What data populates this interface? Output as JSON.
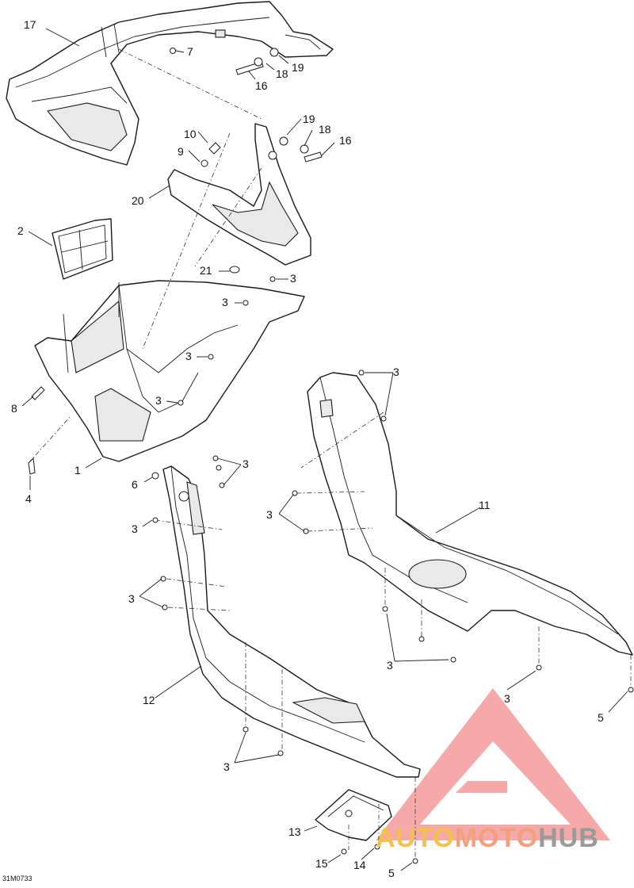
{
  "figure_code": "31M0733",
  "watermark": {
    "part1": "AUTO",
    "part2": "MOTO",
    "part3": "HUB",
    "colors": {
      "triangle": "#f39a9a",
      "auto": "#f2c14e",
      "moto": "#f2a07a",
      "hub": "#9a9a9a"
    }
  },
  "callouts": {
    "c1": "1",
    "c2": "2",
    "c3a": "3",
    "c3b": "3",
    "c3c": "3",
    "c3d": "3",
    "c3e": "3",
    "c3f": "3",
    "c3g": "3",
    "c3h": "3",
    "c3i": "3",
    "c3j": "3",
    "c3k": "3",
    "c3l": "3",
    "c4": "4",
    "c5a": "5",
    "c5b": "5",
    "c6": "6",
    "c7": "7",
    "c8": "8",
    "c9": "9",
    "c10": "10",
    "c11": "11",
    "c12": "12",
    "c13": "13",
    "c14": "14",
    "c15": "15",
    "c16a": "16",
    "c16b": "16",
    "c17": "17",
    "c18a": "18",
    "c18b": "18",
    "c19a": "19",
    "c19b": "19",
    "c20": "20",
    "c21": "21"
  }
}
